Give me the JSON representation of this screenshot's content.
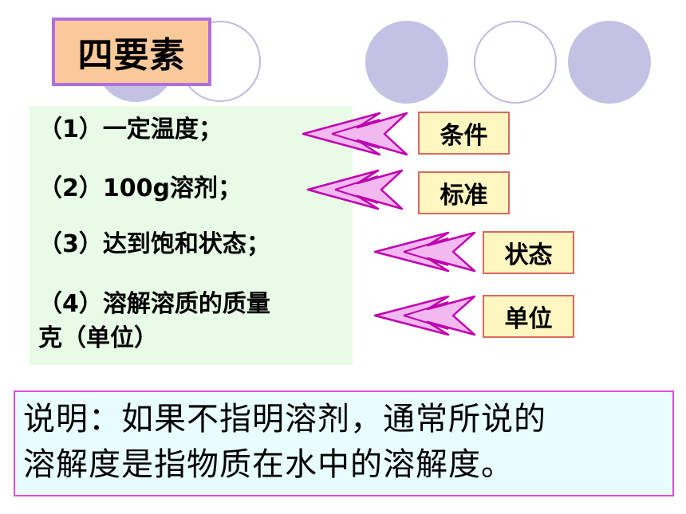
{
  "title": "四要素",
  "items": [
    {
      "text": "（1）一定温度；"
    },
    {
      "text": "（2）100g溶剂；"
    },
    {
      "text": "（3）达到饱和状态；"
    },
    {
      "line1": "（4）溶解溶质的质量",
      "line2": "克（单位）"
    }
  ],
  "labels": [
    "条件",
    "标准",
    "状态",
    "单位"
  ],
  "note": {
    "line1": "说明：如果不指明溶剂，通常所说的",
    "line2": "溶解度是指物质在水中的溶解度。"
  },
  "colors": {
    "title_bg": "#f9c99a",
    "title_border": "#b26ee0",
    "green_panel": "#e8fbe6",
    "label_bg": "#fff6c0",
    "label_border": "#d8695e",
    "arrow_fill": "#f2b8f0",
    "arrow_stroke": "#c000b0",
    "note_bg": "#e8fdfe",
    "note_border": "#e24bd7",
    "circle": "#c4c2e4"
  },
  "icons": [
    "decorative-circle",
    "chevron-arrow-left-icon"
  ]
}
